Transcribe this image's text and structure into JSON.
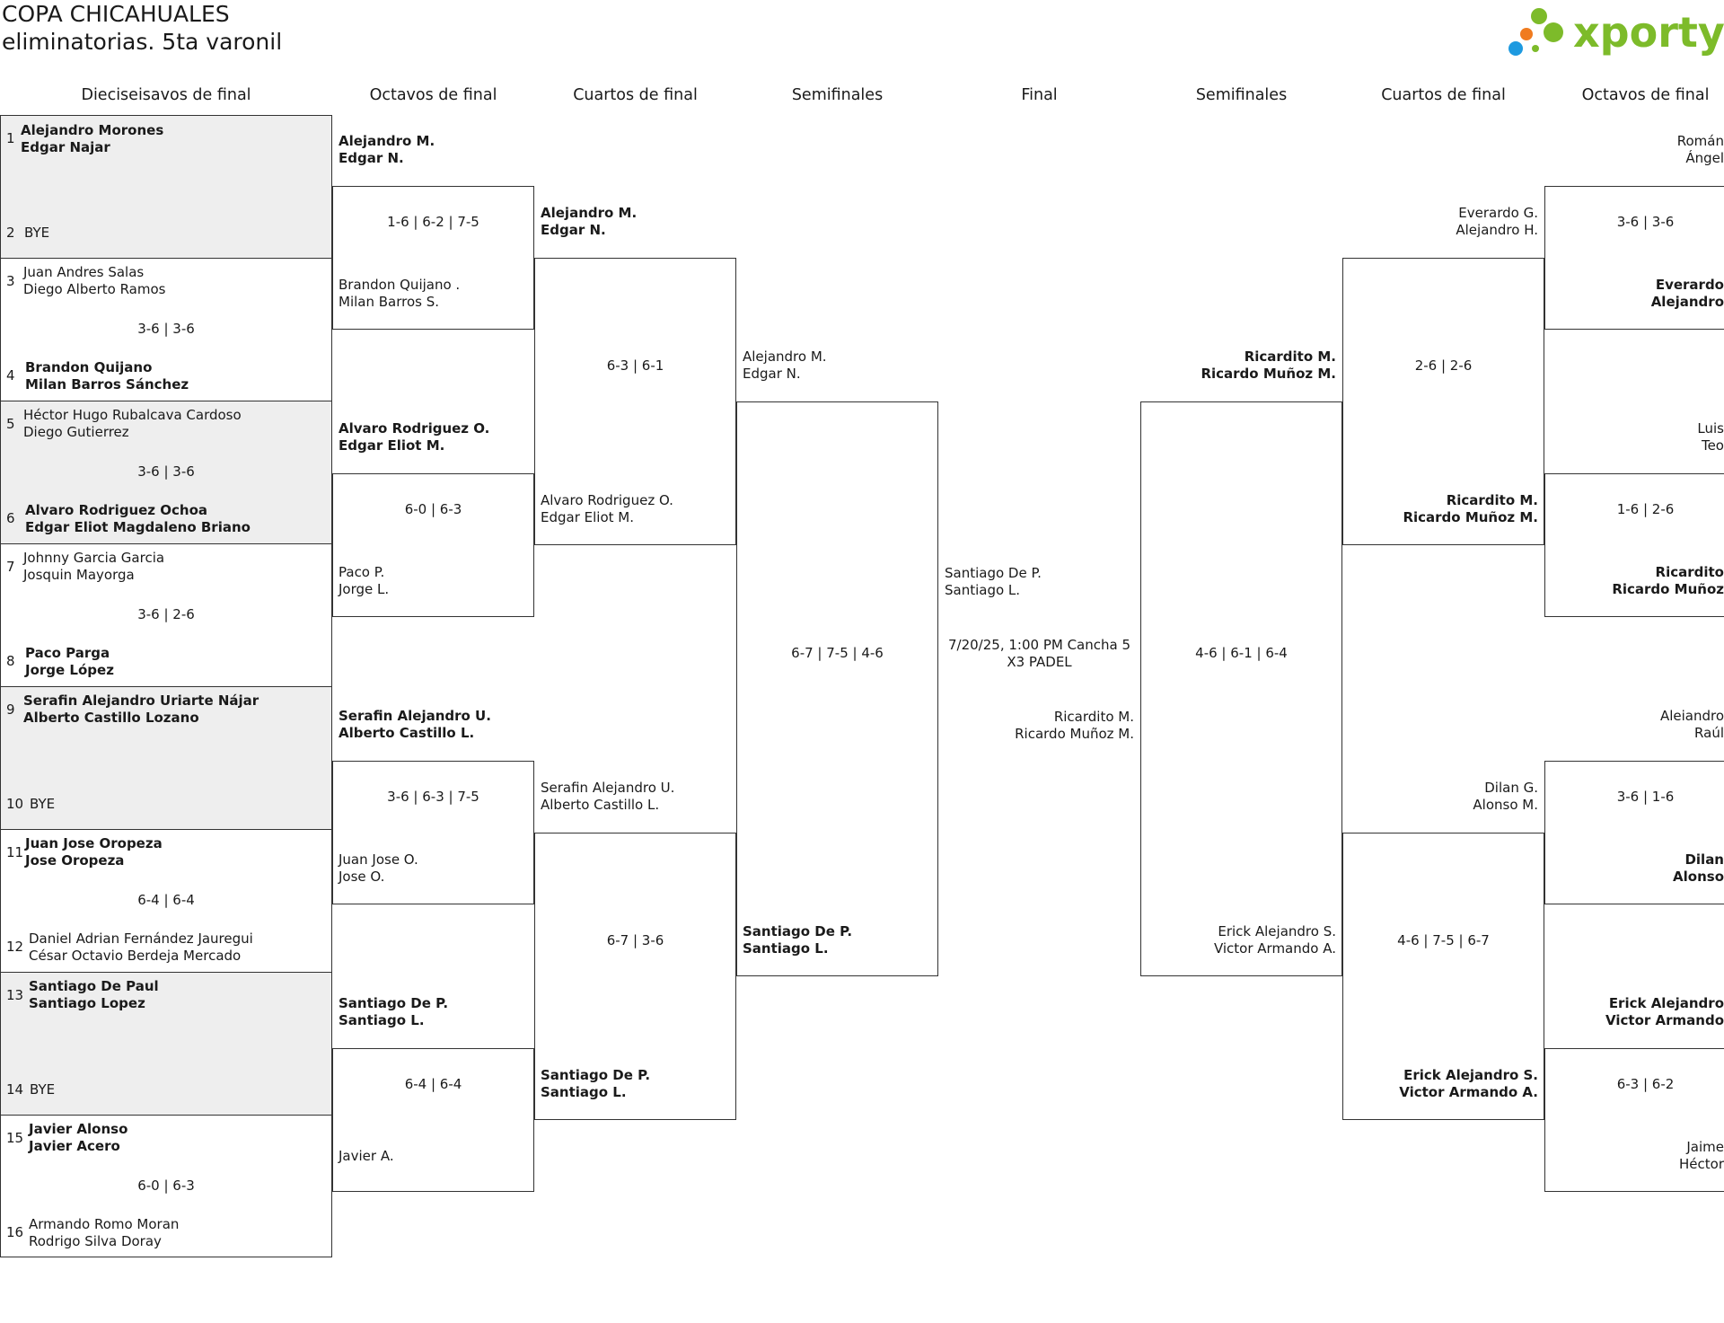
{
  "header": {
    "title": "COPA CHICAHUALES",
    "subtitle": "eliminatorias. 5ta varonil",
    "logo_text": "xporty"
  },
  "columns": [
    "Dieciseisavos de final",
    "Octavos de final",
    "Cuartos de final",
    "Semifinales",
    "Final",
    "Semifinales",
    "Cuartos de final",
    "Octavos de final"
  ],
  "r32": [
    {
      "slot_a": "1",
      "a1": "Alejandro Morones",
      "a2": "Edgar Najar",
      "slot_b": "2",
      "b1": "BYE",
      "b2": "",
      "score": ""
    },
    {
      "slot_a": "3",
      "a1": "Juan Andres Salas",
      "a2": "Diego Alberto Ramos",
      "slot_b": "4",
      "b1": "Brandon Quijano",
      "b2": "Milan Barros Sánchez",
      "score": "3-6 | 3-6"
    },
    {
      "slot_a": "5",
      "a1": "Héctor Hugo Rubalcava Cardoso",
      "a2": "Diego Gutierrez",
      "slot_b": "6",
      "b1": "Alvaro Rodriguez Ochoa",
      "b2": "Edgar Eliot Magdaleno Briano",
      "score": "3-6 | 3-6"
    },
    {
      "slot_a": "7",
      "a1": "Johnny Garcia Garcia",
      "a2": "Josquin Mayorga",
      "slot_b": "8",
      "b1": "Paco Parga",
      "b2": "Jorge López",
      "score": "3-6 | 2-6"
    },
    {
      "slot_a": "9",
      "a1": "Serafin Alejandro Uriarte Nájar",
      "a2": "Alberto Castillo Lozano",
      "slot_b": "10",
      "b1": "BYE",
      "b2": "",
      "score": ""
    },
    {
      "slot_a": "11",
      "a1": "Juan Jose Oropeza",
      "a2": "Jose Oropeza",
      "slot_b": "12",
      "b1": "Daniel Adrian Fernández Jauregui",
      "b2": "César Octavio Berdeja Mercado",
      "score": "6-4 | 6-4"
    },
    {
      "slot_a": "13",
      "a1": "Santiago De Paul",
      "a2": "Santiago Lopez",
      "slot_b": "14",
      "b1": "BYE",
      "b2": "",
      "score": ""
    },
    {
      "slot_a": "15",
      "a1": "Javier Alonso",
      "a2": "Javier Acero",
      "slot_b": "16",
      "b1": "Armando Romo Moran",
      "b2": "Rodrigo Silva Doray",
      "score": "6-0 | 6-3"
    }
  ],
  "r16_left": [
    {
      "a1": "Alejandro M.",
      "a2": "Edgar N.",
      "b1": "Brandon Quijano .",
      "b2": "Milan Barros S.",
      "score": "1-6 | 6-2 | 7-5"
    },
    {
      "a1": "Alvaro Rodriguez O.",
      "a2": "Edgar Eliot M.",
      "b1": "Paco P.",
      "b2": "Jorge L.",
      "score": "6-0 | 6-3"
    },
    {
      "a1": "Serafin Alejandro U.",
      "a2": "Alberto Castillo L.",
      "b1": "Juan Jose O.",
      "b2": "Jose O.",
      "score": "3-6 | 6-3 | 7-5"
    },
    {
      "a1": "Santiago De P.",
      "a2": "Santiago L.",
      "b1": "Javier A.",
      "b2": "",
      "score": "6-4 | 6-4"
    }
  ],
  "qf_left": [
    {
      "a1": "Alejandro M.",
      "a2": "Edgar N.",
      "b1": "Alvaro Rodriguez O.",
      "b2": "Edgar Eliot M.",
      "score": "6-3 | 6-1"
    },
    {
      "a1": "Serafin Alejandro U.",
      "a2": "Alberto Castillo L.",
      "b1": "Santiago De P.",
      "b2": "Santiago L.",
      "score": "6-7 | 3-6"
    }
  ],
  "sf_left": {
    "a1": "Alejandro M.",
    "a2": "Edgar N.",
    "b1": "Santiago De P.",
    "b2": "Santiago L.",
    "score": "6-7 | 7-5 | 4-6"
  },
  "final": {
    "a1": "Santiago De P.",
    "a2": "Santiago L.",
    "info1": "7/20/25, 1:00 PM Cancha 5",
    "info2": "X3 PADEL",
    "b1": "Ricardito M.",
    "b2": "Ricardo Muñoz M."
  },
  "sf_right": {
    "a1": "Ricardito M.",
    "a2": "Ricardo Muñoz M.",
    "b1": "Erick Alejandro S.",
    "b2": "Victor Armando A.",
    "score": "4-6 | 6-1 | 6-4"
  },
  "qf_right": [
    {
      "a1": "Everardo G.",
      "a2": "Alejandro H.",
      "b1": "Ricardito M.",
      "b2": "Ricardo Muñoz M.",
      "score": "2-6 | 2-6"
    },
    {
      "a1": "Dilan G.",
      "a2": "Alonso M.",
      "b1": "Erick Alejandro S.",
      "b2": "Victor Armando A.",
      "score": "4-6 | 7-5 | 6-7"
    }
  ],
  "r16_right": [
    {
      "a1": "Román",
      "a2": "Ángel",
      "b1": "Everardo",
      "b2": "Alejandro",
      "score": "3-6 | 3-6"
    },
    {
      "a1": "Luis",
      "a2": "Teo",
      "b1": "Ricardito",
      "b2": "Ricardo Muñoz",
      "score": "1-6 | 2-6"
    },
    {
      "a1": "Aleiandro",
      "a2": "Raúl",
      "b1": "Dilan",
      "b2": "Alonso",
      "score": "3-6 | 1-6"
    },
    {
      "a1": "Erick Alejandro",
      "a2": "Victor Armando",
      "b1": "Jaime",
      "b2": "Héctor",
      "score": "6-3 | 6-2"
    }
  ],
  "colors": {
    "logo_green": "#7dbb2a",
    "logo_orange": "#f07b1f",
    "logo_blue": "#1e9ae0",
    "shade": "#eeeeee",
    "line": "#333333"
  }
}
